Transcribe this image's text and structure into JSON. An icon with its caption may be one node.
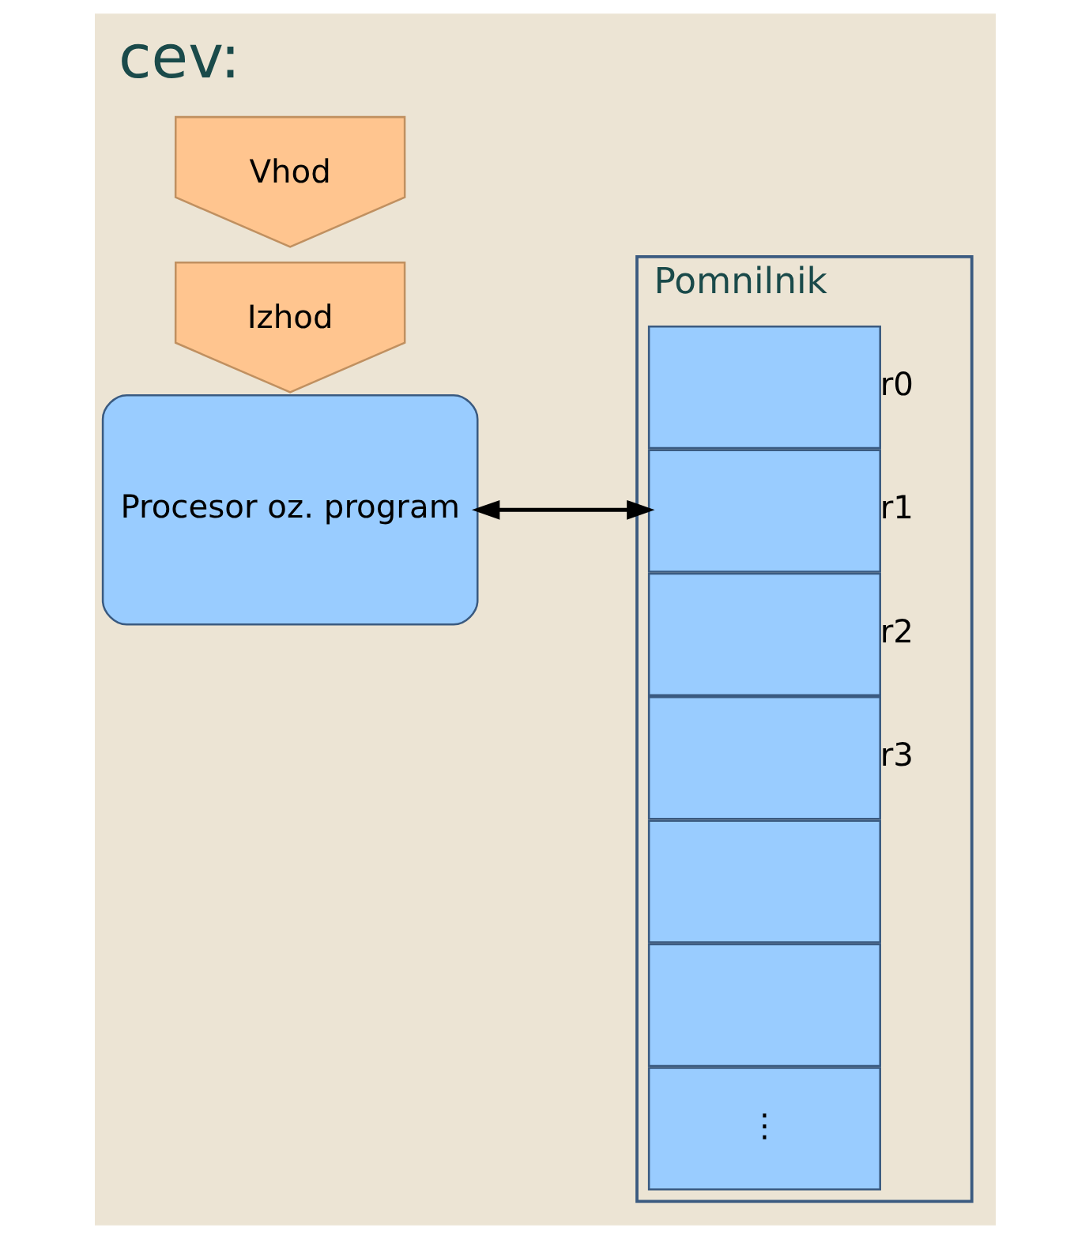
{
  "diagram": {
    "nodes": [
      {
        "text": [
          "Vhod"
        ]
      },
      {
        "text": [
          "Procesor oz. program"
        ]
      },
      {
        "text": [
          "Izhod"
        ]
      },
      {
        "text": [
          "Pomnilnik"
        ]
      },
      {
        "text": [],
        "shape": "box",
        "in": 3,
        "beside": [
          "r0"
        ]
      },
      {
        "text": [],
        "shape": "box",
        "in": 3,
        "beside": [
          "r1"
        ]
      },
      {
        "text": [],
        "shape": "box",
        "in": 3,
        "beside": [
          "r2"
        ]
      },
      {
        "text": [],
        "shape": "box",
        "in": 3,
        "beside": [
          "r3"
        ]
      },
      {
        "text": [],
        "shape": "box",
        "in": 3
      },
      {
        "text": [],
        "shape": "box",
        "in": 3
      },
      {
        "text": [
          "⋮"
        ],
        "in": 3
      }
    ],
    "edges": [
      {
        "from": 1,
        "to": 5,
        "arrow": "both"
      }
    ],
    "title": "cev:"
  }
}
